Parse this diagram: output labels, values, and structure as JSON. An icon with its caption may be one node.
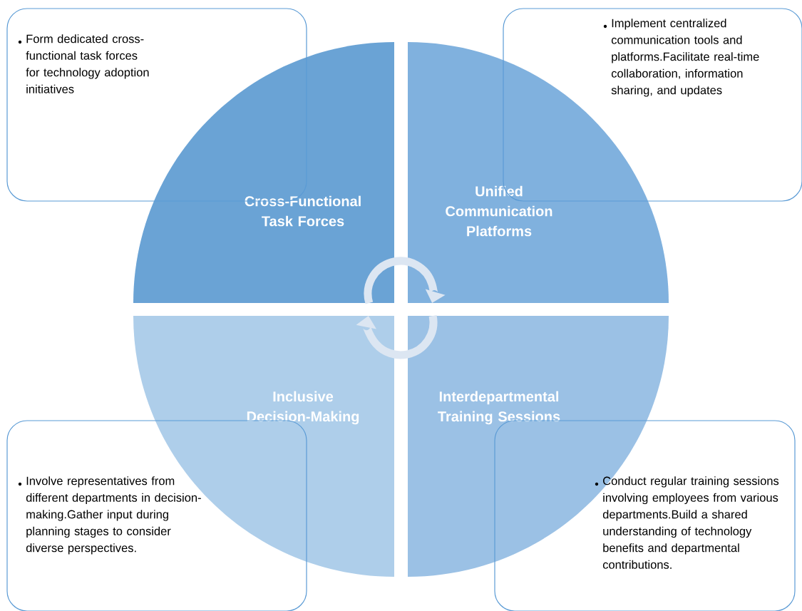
{
  "diagram": {
    "nodes": [
      {
        "text": [
          "Form dedicated cross-functional task forces for technology adoption initiatives"
        ]
      },
      {
        "text": [
          "Implement centralized communication tools and platforms.Facilitate real-time collaboration, information sharing, and updates"
        ]
      },
      {
        "text": [
          "Cross-Functional Task Forces"
        ]
      },
      {
        "text": [
          "Unified Communication Platforms"
        ]
      },
      {
        "text": [
          "Inclusive Decision-Making"
        ]
      },
      {
        "text": [
          "Interdepartmental Training Sessions"
        ]
      },
      {
        "text": [
          "Involve representatives from different departments in decision-making.Gather input during planning stages to consider diverse perspectives."
        ]
      },
      {
        "text": [
          "Conduct regular training sessions involving employees from various departments.Build a shared understanding of technology benefits and departmental contributions."
        ]
      }
    ],
    "edges": [
      {
        "from": 2,
        "to": 3,
        "arrow": "to"
      },
      {
        "from": 5,
        "to": 4,
        "arrow": "to"
      }
    ]
  }
}
